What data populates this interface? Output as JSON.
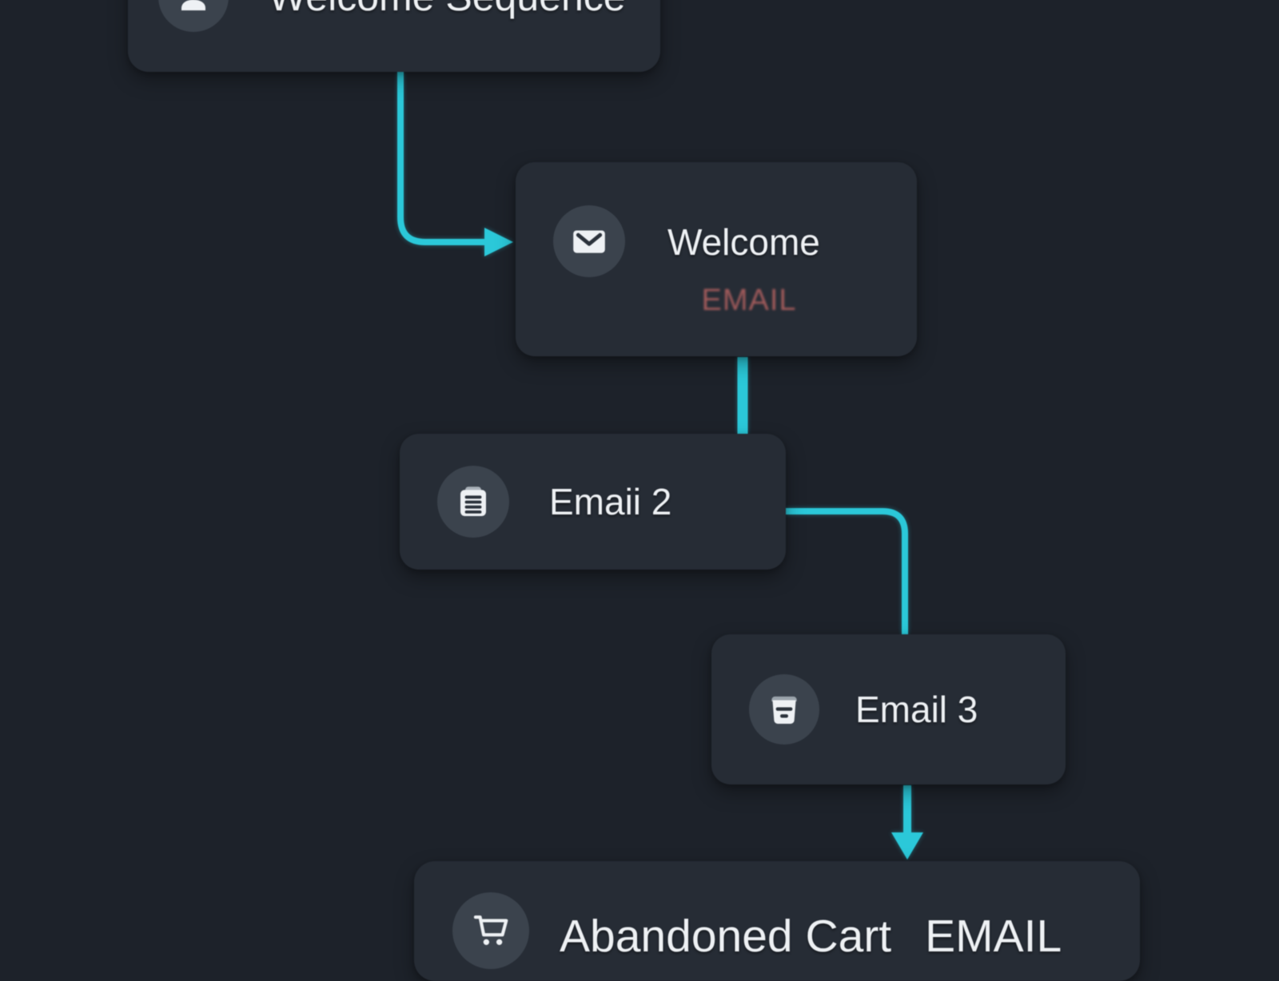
{
  "canvas": {
    "background": "#1d222a"
  },
  "colors": {
    "node_background": "#262c35",
    "icon_circle": "#3b434d",
    "connector_accent": "#2bc8d9",
    "title_text": "#eef1f4",
    "email_tag_red": "#a75d5d"
  },
  "nodes": [
    {
      "id": "welcome-sequence",
      "title": "Welcome Sequence",
      "icon": "person-icon"
    },
    {
      "id": "welcome",
      "title": "Welcome",
      "tag": "EMAIL",
      "icon": "envelope-icon"
    },
    {
      "id": "email-2",
      "title": "Emaii 2",
      "icon": "clipboard-icon"
    },
    {
      "id": "email-3",
      "title": "Email 3",
      "icon": "archive-icon"
    },
    {
      "id": "abandoned-cart",
      "title": "Abandoned Cart",
      "tag": "EMAIL",
      "icon": "cart-icon"
    }
  ],
  "connectors": [
    {
      "from": "welcome-sequence",
      "to": "welcome"
    },
    {
      "from": "welcome",
      "to": "email-2"
    },
    {
      "from": "email-2",
      "to": "email-3"
    },
    {
      "from": "email-3",
      "to": "abandoned-cart"
    }
  ]
}
